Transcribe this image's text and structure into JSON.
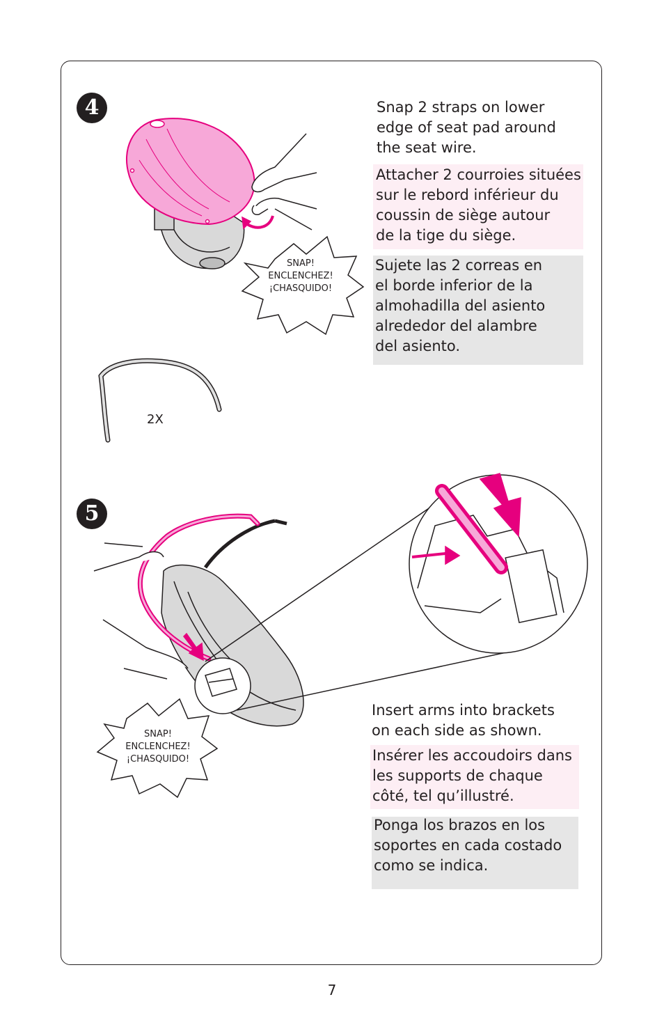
{
  "page_number": "7",
  "step4": {
    "badge": "4",
    "en": "Snap 2 straps on lower\nedge of seat pad around\nthe seat wire.",
    "fr": "Attacher 2 courroies situées\nsur le rebord inférieur du\ncoussin de siège autour\nde la tige du siège.",
    "es": "Sujete las 2 correas en\nel borde inferior de la\nalmohadilla del asiento\nalrededor del alambre\ndel asiento.",
    "snap_label": "SNAP!\nENCLENCHEZ!\n¡CHASQUIDO!",
    "quantity": "2X"
  },
  "step5": {
    "badge": "5",
    "en": "Insert arms into brackets\non each side as shown.",
    "fr": "Insérer les accoudoirs dans\nles supports de chaque\ncôté, tel qu’illustré.",
    "es": "Ponga los brazos en los\nsoportes en cada costado\ncomo se indica.",
    "snap_label": "SNAP!\nENCLENCHEZ!\n¡CHASQUIDO!"
  },
  "colors": {
    "accent_pink": "#e6007e",
    "pad_pink": "#f7a8d8",
    "fr_box_bg": "#fdeef4",
    "es_box_bg": "#e6e6e6",
    "ink": "#231f20"
  }
}
